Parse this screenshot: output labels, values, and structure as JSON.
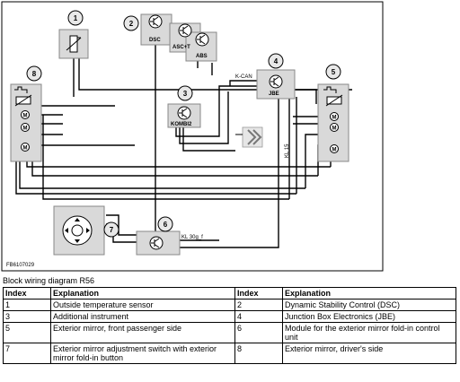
{
  "diagram": {
    "figure_id": "FB6107029",
    "callouts": [
      "1",
      "2",
      "3",
      "4",
      "5",
      "6",
      "7",
      "8"
    ],
    "module_labels": {
      "dsc": "DSC",
      "asc": "ASC+T",
      "abs": "ABS",
      "kombi": "KOMBI2",
      "jbe": "JBE"
    },
    "wire_labels": {
      "kcan": "K-CAN",
      "kl15": "KL 15",
      "kl30": "KL 30g_f"
    }
  },
  "caption": "Block wiring diagram R56",
  "legend": {
    "headers": [
      "Index",
      "Explanation",
      "Index",
      "Explanation"
    ],
    "rows": [
      [
        "1",
        "Outside temperature sensor",
        "2",
        "Dynamic Stability Control (DSC)"
      ],
      [
        "3",
        "Additional instrument",
        "4",
        "Junction Box Electronics (JBE)"
      ],
      [
        "5",
        "Exterior mirror, front passenger side",
        "6",
        "Module for the exterior mirror fold-in control unit"
      ],
      [
        "7",
        "Exterior mirror adjustment switch with exterior mirror fold-in button",
        "8",
        "Exterior mirror, driver's side"
      ]
    ]
  }
}
